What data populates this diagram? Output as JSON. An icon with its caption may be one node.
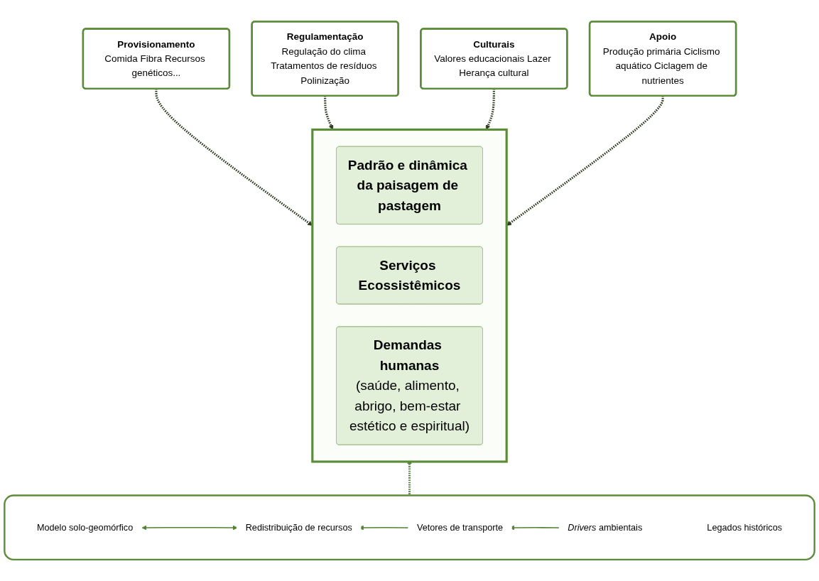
{
  "diagram": {
    "nodes": [
      {
        "text": [
          "Provisionamento",
          "Comida Fibra Recursos genéticos..."
        ]
      },
      {
        "text": [
          "Regulamentação",
          "Regulação do clima Tratamentos de resíduos Polinização"
        ]
      },
      {
        "text": [
          "Culturais",
          "Valores educacionais Lazer Herança cultural"
        ]
      },
      {
        "text": [
          "Apoio",
          "Produção primária Ciclismo aquático Ciclagem de nutrientes"
        ]
      },
      {
        "text": [],
        "shape": "arrow"
      },
      {
        "text": [
          "Padrão e dinâmica da paisagem de pastagem"
        ],
        "in": 4
      },
      {
        "text": [
          "Serviços Ecossistêmicos"
        ],
        "in": 4
      },
      {
        "text": [
          "Demandas humanas",
          "(saúde, alimento, abrigo, bem-estar estético e espiritual)"
        ],
        "in": 4
      },
      {
        "text": [],
        "shape": "box"
      },
      {
        "text": [
          "Modelo solo-geomórfico"
        ],
        "in": 8
      },
      {
        "text": [
          "Redistribuição de recursos"
        ],
        "in": 8
      },
      {
        "text": [
          "Vetores de transporte"
        ],
        "in": 8
      },
      {
        "text": [
          "*Drivers* ambientais"
        ],
        "in": 8
      },
      {
        "text": [
          "Legados históricos"
        ],
        "in": 8
      }
    ],
    "edges": [
      {
        "from": 0,
        "to": 4,
        "arrow": "to",
        "style": "dashed"
      },
      {
        "from": 1,
        "to": 4,
        "arrow": "to",
        "style": "dashed"
      },
      {
        "from": 2,
        "to": 4,
        "arrow": "to",
        "style": "dashed"
      },
      {
        "from": 3,
        "to": 4,
        "arrow": "to",
        "style": "dashed"
      },
      {
        "from": 9,
        "to": 10,
        "arrow": "both",
        "color": "#548235"
      },
      {
        "from": 11,
        "to": 10,
        "arrow": "to",
        "color": "#548235"
      },
      {
        "from": 12,
        "to": 11,
        "arrow": "to",
        "color": "#548235"
      },
      {
        "from": 8,
        "to": 4,
        "arrow": "to",
        "style": "dashed",
        "color": "#548235"
      }
    ]
  }
}
